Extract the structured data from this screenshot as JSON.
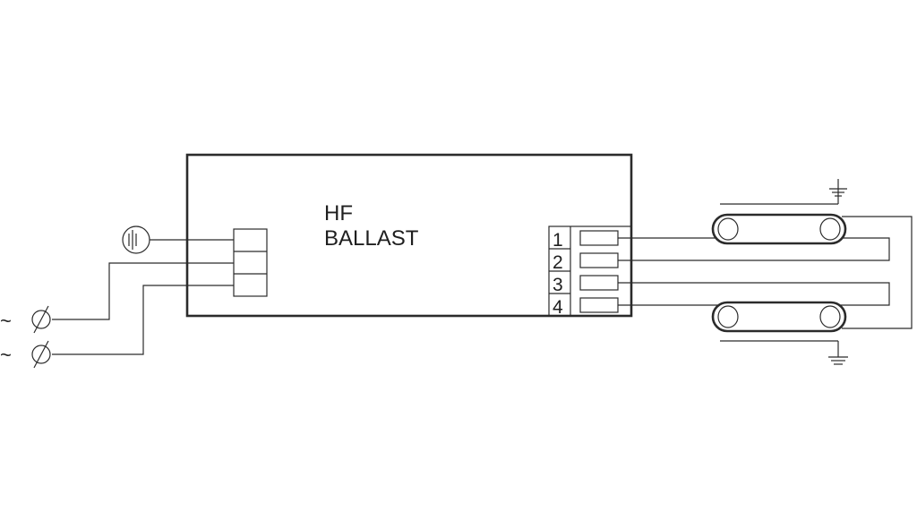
{
  "ballast": {
    "line1": "HF",
    "line2": "BALLAST"
  },
  "terminals": [
    "1",
    "2",
    "3",
    "4"
  ],
  "mains": {
    "symbol_top": "~",
    "symbol_bottom": "~"
  },
  "colors": {
    "line": "#2b2b2b",
    "background": "#ffffff"
  }
}
